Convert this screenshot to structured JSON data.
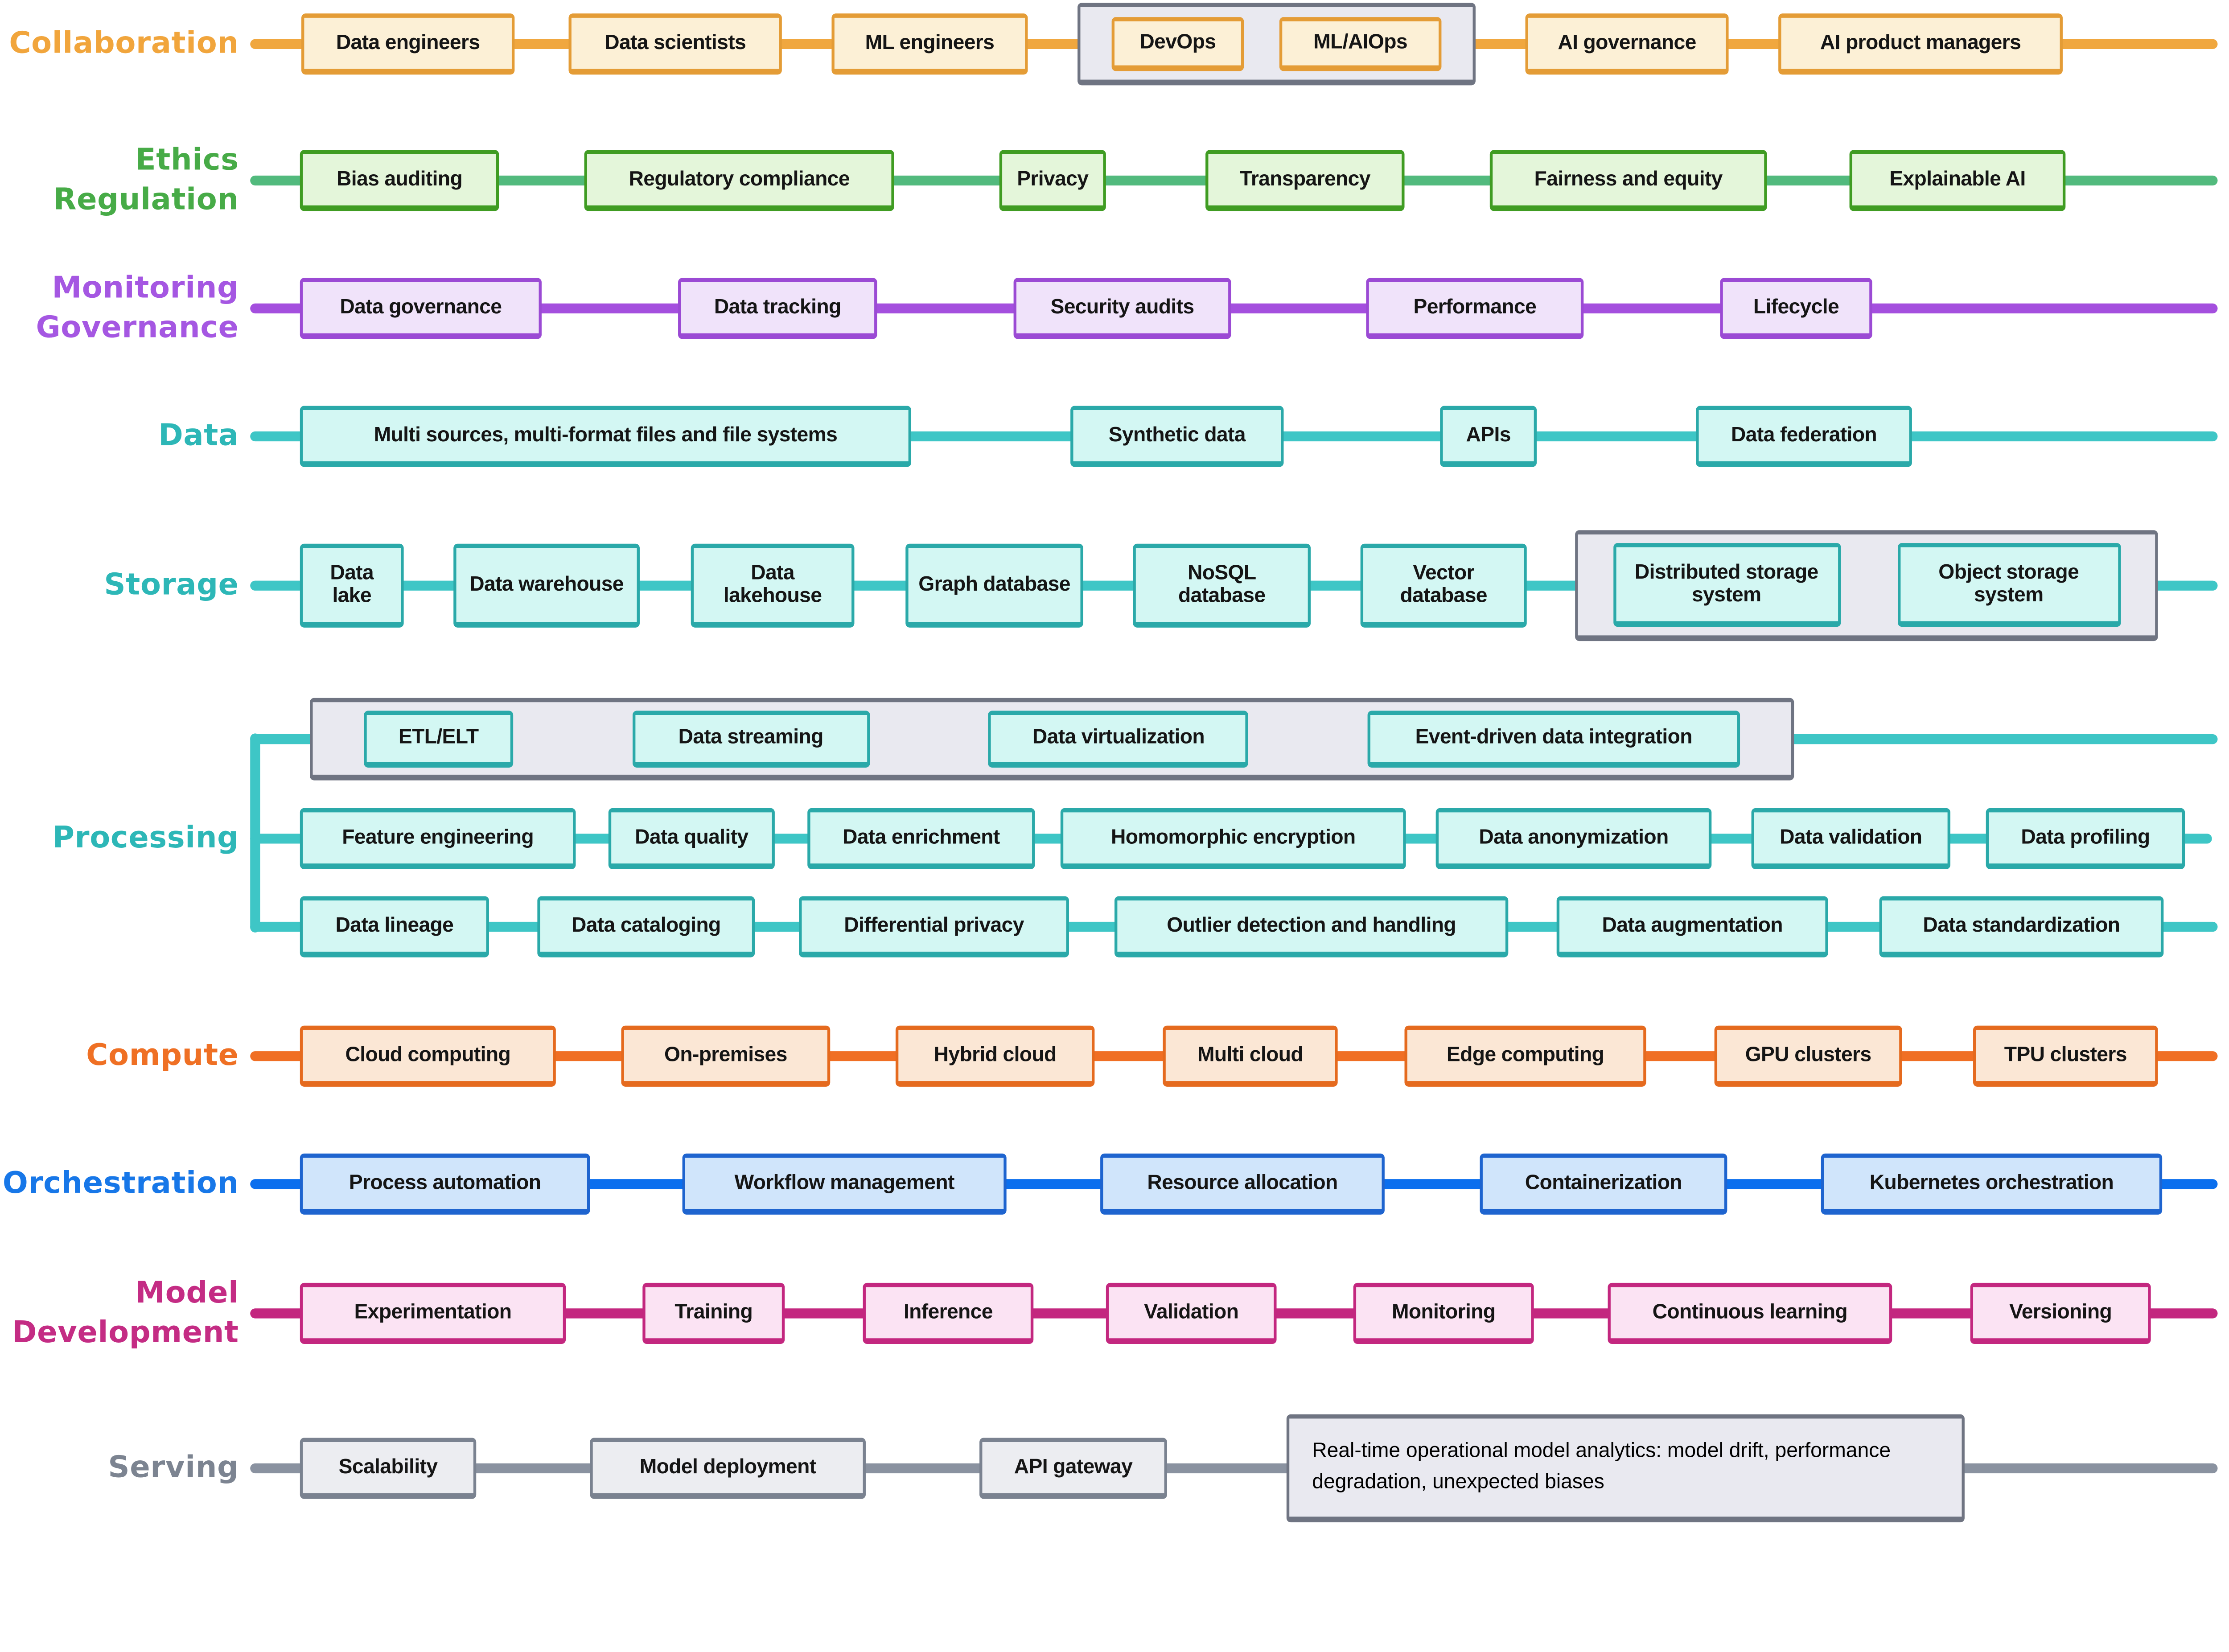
{
  "palette": {
    "collaboration": {
      "accent": "#F0A73F",
      "box_fill": "#FCF0D6",
      "label": "#F1A53C"
    },
    "ethics_regulation": {
      "accent": "#52BA7D",
      "box_border": "#3F9C22",
      "box_fill": "#E4F6DA",
      "label": "#47AB47"
    },
    "monitoring_governance": {
      "accent": "#A44FDE",
      "box_fill": "#F0E3FA",
      "label": "#A557E2"
    },
    "data_storage_processing": {
      "accent": "#3EC6C6",
      "box_border": "#2AA9A9",
      "box_fill": "#D3F7F3",
      "label": "#2DB7B7"
    },
    "compute": {
      "accent": "#F06F24",
      "box_fill": "#FBE7D5",
      "label": "#EF7024"
    },
    "orchestration": {
      "accent": "#0B6FEE",
      "box_border": "#1E64CF",
      "box_fill": "#D0E5FB",
      "label": "#1777E8"
    },
    "model_development": {
      "accent": "#C3277F",
      "box_fill": "#FBE3F3",
      "label": "#C42C84"
    },
    "serving": {
      "accent": "#8A92A0",
      "box_border": "#7A8290",
      "box_fill": "#ECEDF1",
      "label": "#7C8491"
    },
    "group_container": {
      "border": "#6F7482",
      "fill": "#E9E9F0"
    }
  },
  "rows": [
    {
      "id": "collaboration",
      "label": "Collaboration",
      "boxes": [
        "Data engineers",
        "Data scientists",
        "ML engineers",
        "AI governance",
        "AI product managers"
      ],
      "group": {
        "items": [
          "DevOps",
          "ML/AIOps"
        ]
      }
    },
    {
      "id": "ethics-regulation",
      "label": "Ethics\nRegulation",
      "boxes": [
        "Bias auditing",
        "Regulatory compliance",
        "Privacy",
        "Transparency",
        "Fairness and equity",
        "Explainable AI"
      ]
    },
    {
      "id": "monitoring-governance",
      "label": "Monitoring\nGovernance",
      "boxes": [
        "Data governance",
        "Data tracking",
        "Security audits",
        "Performance",
        "Lifecycle"
      ]
    },
    {
      "id": "data",
      "label": "Data",
      "boxes": [
        "Multi sources, multi-format files and file systems",
        "Synthetic data",
        "APIs",
        "Data federation"
      ]
    },
    {
      "id": "storage",
      "label": "Storage",
      "boxes": [
        "Data lake",
        "Data warehouse",
        "Data lakehouse",
        "Graph database",
        "NoSQL database",
        "Vector database"
      ],
      "group": {
        "items": [
          "Distributed storage system",
          "Object storage system"
        ]
      }
    },
    {
      "id": "processing",
      "label": "Processing",
      "group": {
        "items": [
          "ETL/ELT",
          "Data streaming",
          "Data virtualization",
          "Event-driven data integration"
        ]
      },
      "mid": [
        "Feature engineering",
        "Data quality",
        "Data enrichment",
        "Homomorphic encryption",
        "Data anonymization",
        "Data validation",
        "Data profiling"
      ],
      "bottom": [
        "Data lineage",
        "Data cataloging",
        "Differential privacy",
        "Outlier detection and handling",
        "Data augmentation",
        "Data standardization"
      ]
    },
    {
      "id": "compute",
      "label": "Compute",
      "boxes": [
        "Cloud computing",
        "On-premises",
        "Hybrid cloud",
        "Multi cloud",
        "Edge computing",
        "GPU clusters",
        "TPU clusters"
      ]
    },
    {
      "id": "orchestration",
      "label": "Orchestration",
      "boxes": [
        "Process automation",
        "Workflow management",
        "Resource allocation",
        "Containerization",
        "Kubernetes orchestration"
      ]
    },
    {
      "id": "model-development",
      "label": "Model\nDevelopment",
      "boxes": [
        "Experimentation",
        "Training",
        "Inference",
        "Validation",
        "Monitoring",
        "Continuous learning",
        "Versioning"
      ]
    },
    {
      "id": "serving",
      "label": "Serving",
      "boxes": [
        "Scalability",
        "Model deployment",
        "API gateway"
      ],
      "note": "Real-time operational model analytics: model drift, performance degradation, unexpected biases"
    }
  ]
}
